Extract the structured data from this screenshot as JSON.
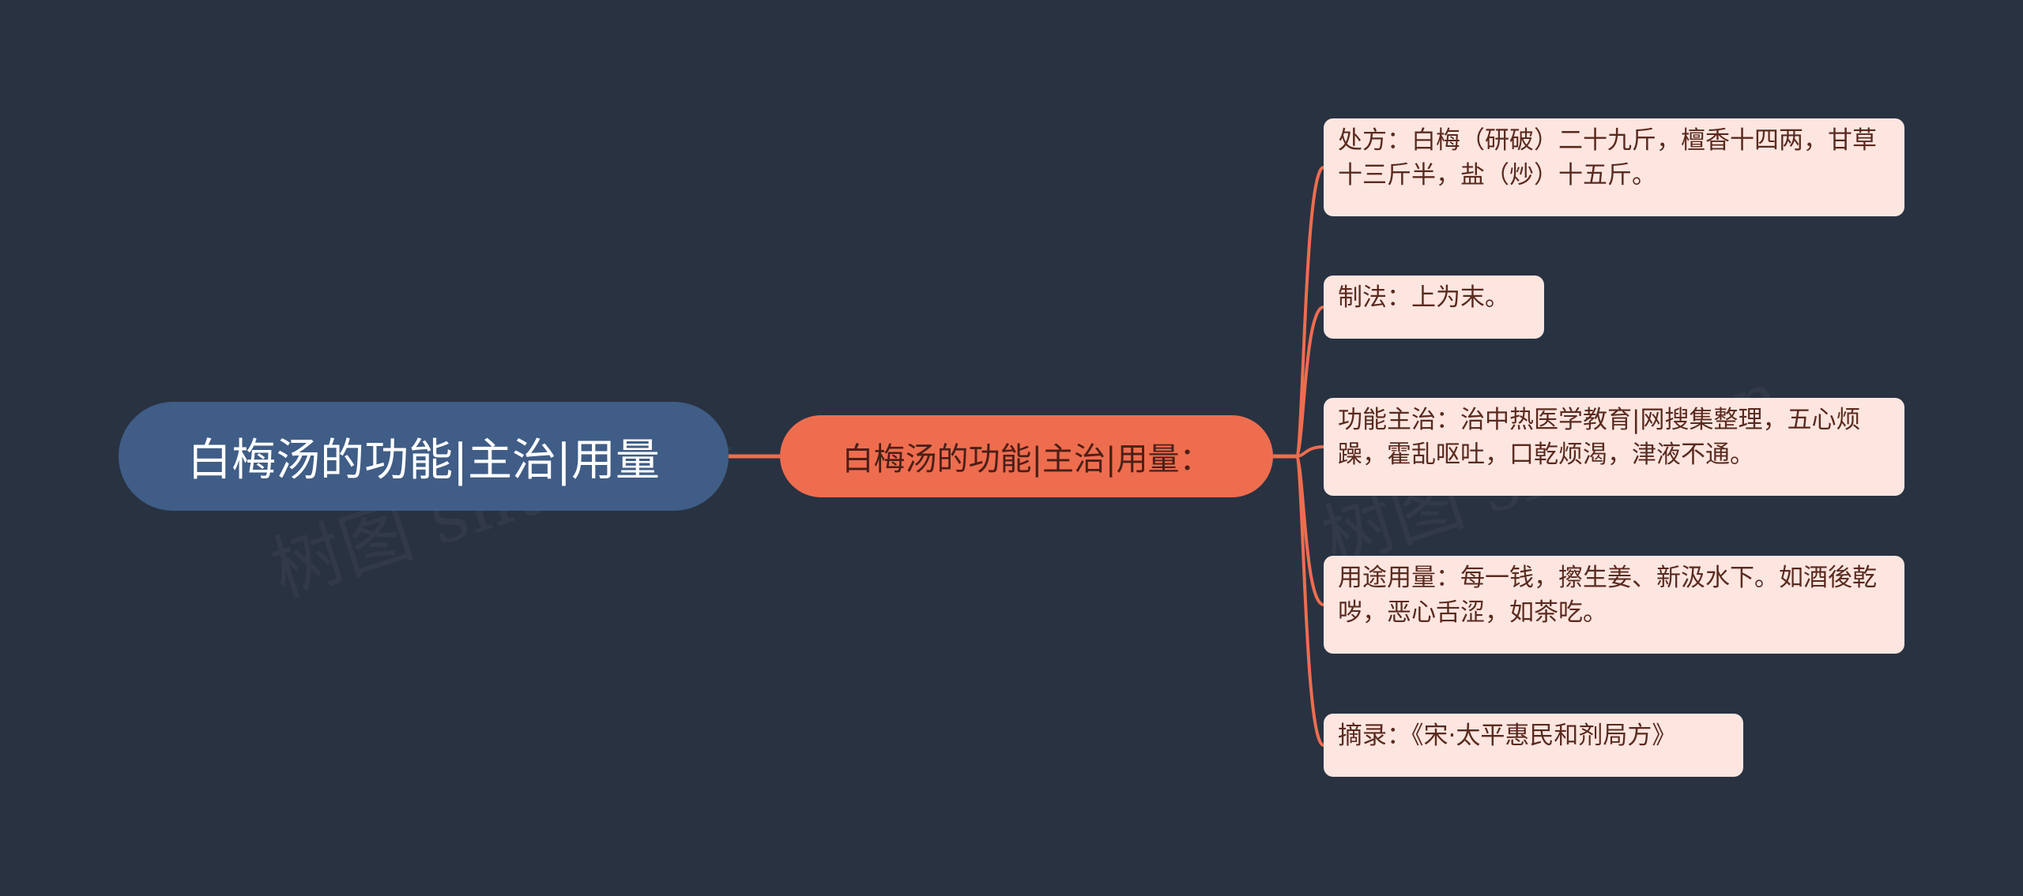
{
  "mindmap": {
    "root": {
      "label": "白梅汤的功能|主治|用量"
    },
    "topic": {
      "label": "白梅汤的功能|主治|用量："
    },
    "branches": [
      {
        "text": "处方：白梅（研破）二十九斤，檀香十四两，甘草十三斤半，盐（炒）十五斤。"
      },
      {
        "text": "制法：上为末。"
      },
      {
        "text": "功能主治：治中热医学教育|网搜集整理，五心烦躁，霍乱呕吐，口乾烦渴，津液不通。"
      },
      {
        "text": "用途用量：每一钱，擦生姜、新汲水下。如酒後乾哕，恶心舌涩，如茶吃。"
      },
      {
        "text": "摘录：《宋·太平惠民和剂局方》"
      }
    ]
  },
  "colors": {
    "background": "#293241",
    "root_fill": "#3f5d86",
    "topic_fill": "#ee6d4f",
    "leaf_fill": "#fde6e0",
    "connector": "#ee6d4f"
  }
}
